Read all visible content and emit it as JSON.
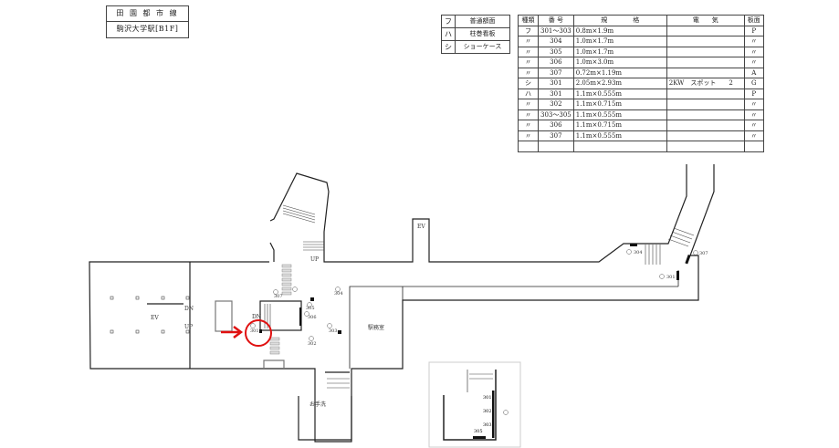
{
  "title": {
    "line": "田 園 都 市 線",
    "station": "駒沢大学駅[B1F]"
  },
  "legend": [
    {
      "icon": "フ",
      "label": "普通額面"
    },
    {
      "icon": "ハ",
      "label": "柱巻看板"
    },
    {
      "icon": "シ",
      "label": "ショーケース"
    }
  ],
  "spec_table": {
    "headers": [
      "種類",
      "番 号",
      "規　　　　格",
      "電　　気",
      "板面"
    ],
    "rows": [
      [
        "フ",
        "301～303",
        "0.8m×1.9m",
        "",
        "P"
      ],
      [
        "〃",
        "304",
        "1.0m×1.7m",
        "",
        "〃"
      ],
      [
        "〃",
        "305",
        "1.0m×1.7m",
        "",
        "〃"
      ],
      [
        "〃",
        "306",
        "1.0m×3.0m",
        "",
        "〃"
      ],
      [
        "〃",
        "307",
        "0.72m×1.19m",
        "",
        "A"
      ],
      [
        "シ",
        "301",
        "2.05m×2.93m",
        "2KW　スポット　　2",
        "G"
      ],
      [
        "ハ",
        "301",
        "1.1m×0.555m",
        "",
        "P"
      ],
      [
        "〃",
        "302",
        "1.1m×0.715m",
        "",
        "〃"
      ],
      [
        "〃",
        "303～305",
        "1.1m×0.555m",
        "",
        "〃"
      ],
      [
        "〃",
        "306",
        "1.1m×0.715m",
        "",
        "〃"
      ],
      [
        "〃",
        "307",
        "1.1m×0.555m",
        "",
        "〃"
      ],
      [
        "",
        "",
        "",
        "",
        ""
      ]
    ]
  },
  "plan": {
    "ev": "EV",
    "up": "UP",
    "dn": "DN",
    "office": "駅務室",
    "toilet": "お手洗",
    "labels": {
      "h301": "301",
      "h302": "302",
      "h303": "303",
      "h304": "304",
      "h305": "305",
      "h306": "306",
      "h307": "307",
      "f301": "301",
      "f302": "302",
      "f303": "303",
      "f304": "304",
      "f305": "305",
      "s301": "301",
      "f307": "307"
    },
    "highlight_color": "#e01010"
  }
}
